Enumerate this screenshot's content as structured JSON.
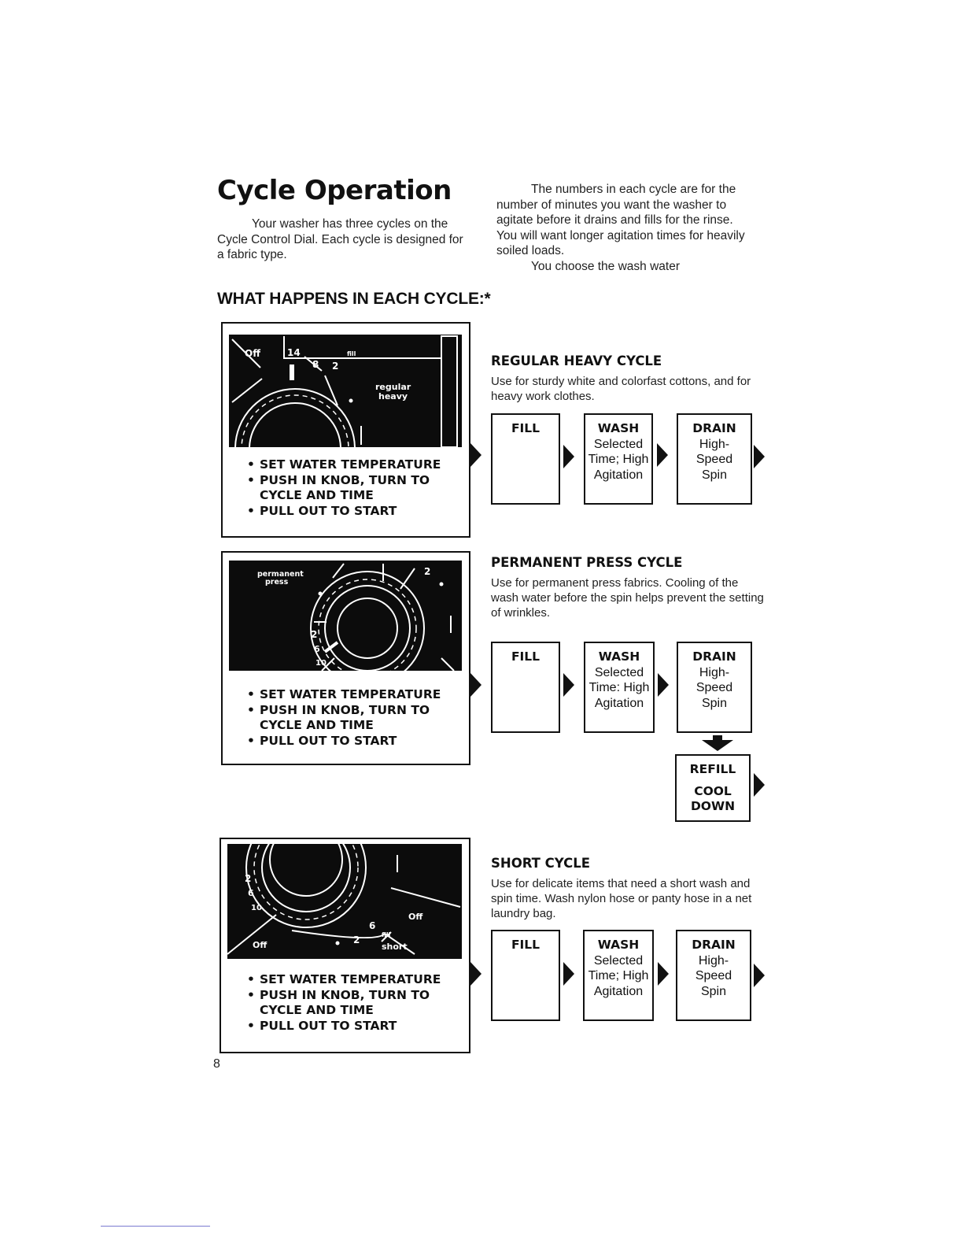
{
  "header": {
    "title": "Cycle Operation",
    "intro_left": "Your washer has three cycles on the Cycle Control Dial. Each cycle is designed for a fabric type.",
    "intro_right_1": "The numbers in each cycle are for the number of minutes you want the washer to agitate before it drains and fills for the rinse. You will want longer agitation times for heavily soiled loads.",
    "intro_right_2": "You choose the wash water"
  },
  "section_heading": "WHAT HAPPENS IN EACH CYCLE:*",
  "instructions": [
    "SET WATER TEMPERATURE",
    "PUSH IN KNOB, TURN TO",
    "CYCLE AND TIME",
    "PULL OUT TO START"
  ],
  "dials": {
    "regular": {
      "off": "Off",
      "t14": "14",
      "t8": "8",
      "t2": "2",
      "fill": "fill",
      "name1": "regular",
      "name2": "heavy"
    },
    "permanent": {
      "name1": "permanent",
      "name2": "press",
      "t2top": "2",
      "t2": "2",
      "t6": "6",
      "t10": "10"
    },
    "short": {
      "t2": "2",
      "t6": "6",
      "t10": "10",
      "off1": "Off",
      "off2": "Off",
      "t2b": "2",
      "t6b": "6",
      "fill": "fill",
      "name": "short"
    }
  },
  "cycles": {
    "regular": {
      "title": "REGULAR HEAVY CYCLE",
      "description": "Use for sturdy white and colorfast cottons, and for heavy work clothes.",
      "steps": [
        {
          "head": "FILL",
          "body": ""
        },
        {
          "head": "WASH",
          "body": "Selected\nTime; High\nAgitation"
        },
        {
          "head": "DRAIN",
          "body": "High-\nSpeed\nSpin"
        }
      ]
    },
    "permanent": {
      "title": "PERMANENT PRESS CYCLE",
      "description": "Use for permanent press fabrics. Cooling of the wash water before the spin helps prevent the setting of wrinkles.",
      "steps": [
        {
          "head": "FILL",
          "body": ""
        },
        {
          "head": "WASH",
          "body": "Selected\nTime: High\nAgitation"
        },
        {
          "head": "DRAIN",
          "body": "High-\nSpeed\nSpin"
        }
      ],
      "extra_step": {
        "head": "REFILL",
        "body": "COOL\nDOWN"
      }
    },
    "short": {
      "title": "SHORT CYCLE",
      "description": "Use for delicate items that need a short wash and spin time. Wash nylon hose or panty hose in a net laundry bag.",
      "steps": [
        {
          "head": "FILL",
          "body": ""
        },
        {
          "head": "WASH",
          "body": "Selected\nTime; High\nAgitation"
        },
        {
          "head": "DRAIN",
          "body": "High-\nSpeed\nSpin"
        }
      ]
    }
  },
  "page_number": "8"
}
